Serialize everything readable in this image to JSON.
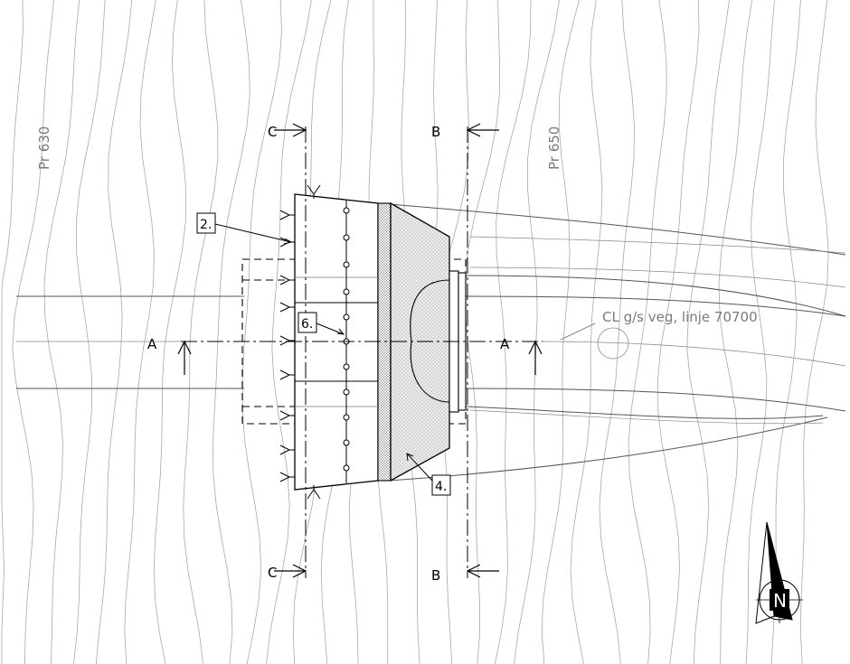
{
  "drawing": {
    "profile_labels": {
      "left": "Pr 630",
      "right": "Pr 650"
    },
    "section_markers": {
      "a_left": "A",
      "a_right": "A",
      "b_top": "B",
      "b_bottom": "B",
      "c_top": "C",
      "c_bottom": "C"
    },
    "callouts": {
      "item_2": "2.",
      "item_4": "4.",
      "item_6": "6."
    },
    "centerline_label": "CL g/s veg, linje 70700",
    "north_label": "N"
  },
  "colors": {
    "line": "#000000",
    "contour": "#9a9a9a",
    "fill": "#d8d8d8"
  }
}
